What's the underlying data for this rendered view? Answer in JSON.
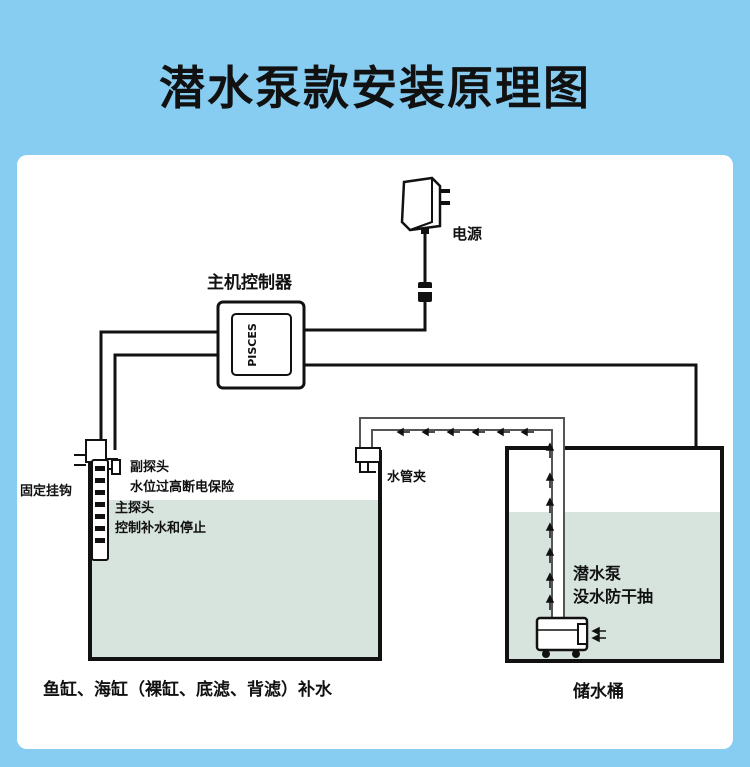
{
  "title": "潜水泵款安装原理图",
  "controller_brand": "PISCES",
  "labels": {
    "power": "电源",
    "controller": "主机控制器",
    "hook": "固定挂钩",
    "sub_probe": "副探头",
    "sub_probe_desc": "水位过高断电保险",
    "main_probe": "主探头",
    "main_probe_desc": "控制补水和停止",
    "pipe_clip": "水管夹",
    "pump": "潜水泵",
    "pump_desc": "没水防干抽",
    "tank": "鱼缸、海缸（裸缸、底滤、背滤）补水",
    "bucket": "储水桶"
  },
  "colors": {
    "background": "#87cdf2",
    "water": "#d7e3dd",
    "line": "#111111"
  }
}
